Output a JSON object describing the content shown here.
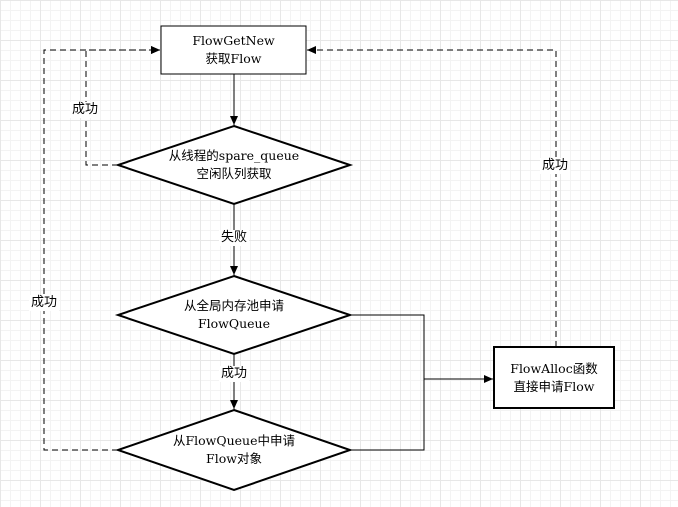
{
  "nodes": {
    "flowgetnew": {
      "line1": "FlowGetNew",
      "line2": "获取Flow"
    },
    "spare_queue": {
      "line1": "从线程的spare_queue",
      "line2": "空闲队列获取"
    },
    "global_pool": {
      "line1": "从全局内存池申请",
      "line2": "FlowQueue"
    },
    "flowqueue_alloc": {
      "line1": "从FlowQueue中申请",
      "line2": "Flow对象"
    },
    "flowalloc": {
      "line1": "FlowAlloc函数",
      "line2": "直接申请Flow"
    }
  },
  "edges": {
    "spare_success": "成功",
    "spare_fail": "失败",
    "pool_success": "成功",
    "flowqueue_success": "成功",
    "flowalloc_success": "成功"
  }
}
